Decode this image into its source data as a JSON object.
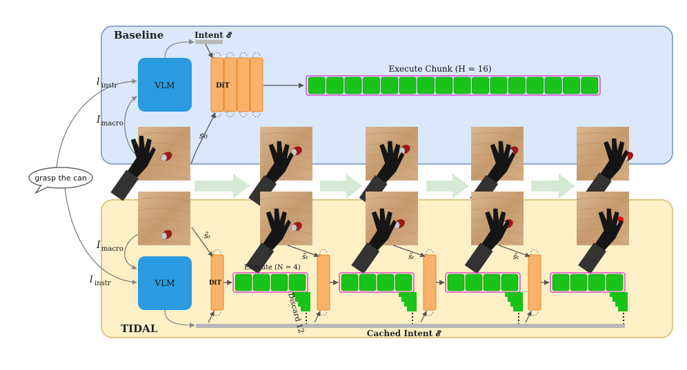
{
  "baseline": {
    "label": "Baseline",
    "intent_label": "Intent 𝓔",
    "vlm_label": "VLM",
    "dit_label": "DiT",
    "execute_label": "Execute Chunk (H = 16)",
    "chunk_size": 16,
    "state_label": "s₀"
  },
  "inputs": {
    "instr_label": "l",
    "instr_sub": "instr",
    "macro_label": "I",
    "macro_sub": "macro",
    "speech_text": "grasp the can"
  },
  "tidal": {
    "label": "TIDAL",
    "vlm_label": "VLM",
    "dit_label": "DiT",
    "execute_label": "Execute (N = 4)",
    "execute_count": 4,
    "discard_label": "Discard 12",
    "discard_count": 12,
    "state_label": "s̃ₜ",
    "cached_intent_label": "Cached Intent 𝓔",
    "stages": 4
  },
  "colors": {
    "baseline_bg": "#dbe8fb",
    "baseline_border": "#6f8fbf",
    "tidal_bg": "#fdf0c6",
    "tidal_border": "#d9b765",
    "vlm": "#2a9be0",
    "dit": "#f8b26a",
    "dit_border": "#e58a2c",
    "action": "#19c319",
    "action_border": "#d94bd0",
    "flow_arrow": "#d5ead5",
    "intent_bar": "#b8b8b8",
    "wood": "#c9a57e"
  }
}
